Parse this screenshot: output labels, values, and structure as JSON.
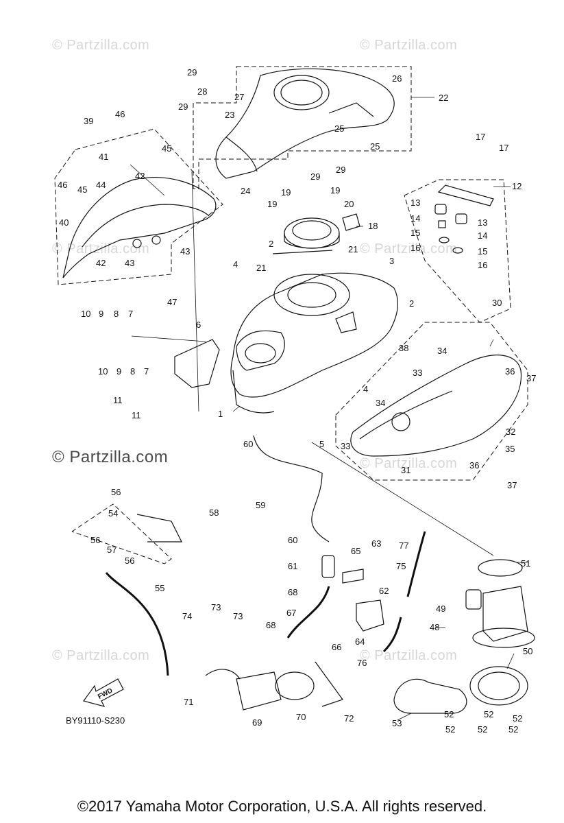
{
  "watermarks": {
    "text": "© Partzilla.com"
  },
  "callouts": [
    "1",
    "2",
    "3",
    "4",
    "5",
    "6",
    "7",
    "8",
    "9",
    "10",
    "11",
    "12",
    "13",
    "14",
    "15",
    "16",
    "17",
    "18",
    "19",
    "20",
    "21",
    "22",
    "23",
    "24",
    "25",
    "26",
    "27",
    "28",
    "29",
    "30",
    "31",
    "32",
    "33",
    "34",
    "35",
    "36",
    "37",
    "38",
    "39",
    "40",
    "41",
    "42",
    "43",
    "44",
    "45",
    "46",
    "47",
    "48",
    "49",
    "50",
    "51",
    "52",
    "53",
    "54",
    "55",
    "56",
    "57",
    "58",
    "59",
    "60",
    "61",
    "62",
    "63",
    "64",
    "65",
    "66",
    "67",
    "68",
    "69",
    "70",
    "71",
    "72",
    "73",
    "74",
    "75",
    "76",
    "77"
  ],
  "fwd_label": "FWD",
  "diagram_code": "BY91110-S230",
  "copyright": "©2017 Yamaha Motor Corporation, U.S.A. All rights reserved."
}
